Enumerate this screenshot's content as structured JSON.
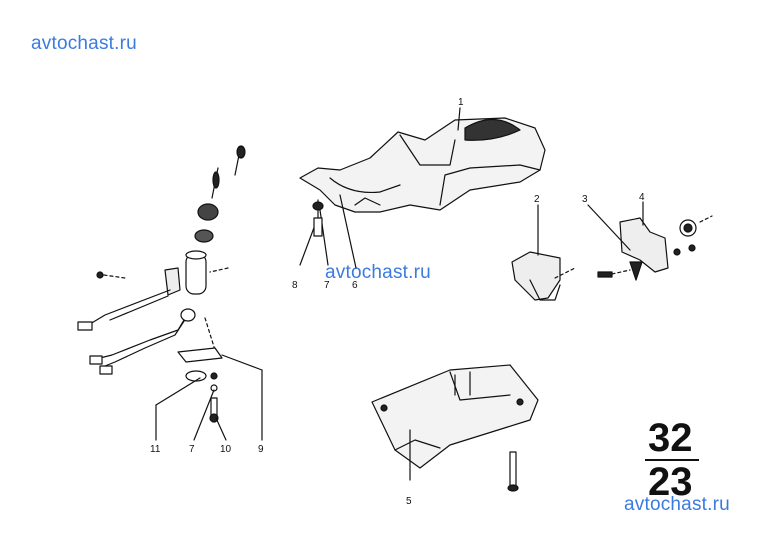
{
  "watermarks": [
    "avtochast.ru",
    "avtochast.ru",
    "avtochast.ru"
  ],
  "group_number": {
    "top": "32",
    "bottom": "23"
  },
  "callouts": {
    "c1": "1",
    "c2": "2",
    "c3": "3",
    "c4": "4",
    "c5": "5",
    "c6": "6",
    "c7a": "7",
    "c8": "8",
    "c9": "9",
    "c10": "10",
    "c11": "11",
    "c7b": "7"
  },
  "colors": {
    "watermark": "#3b7be0",
    "line": "#111111"
  }
}
